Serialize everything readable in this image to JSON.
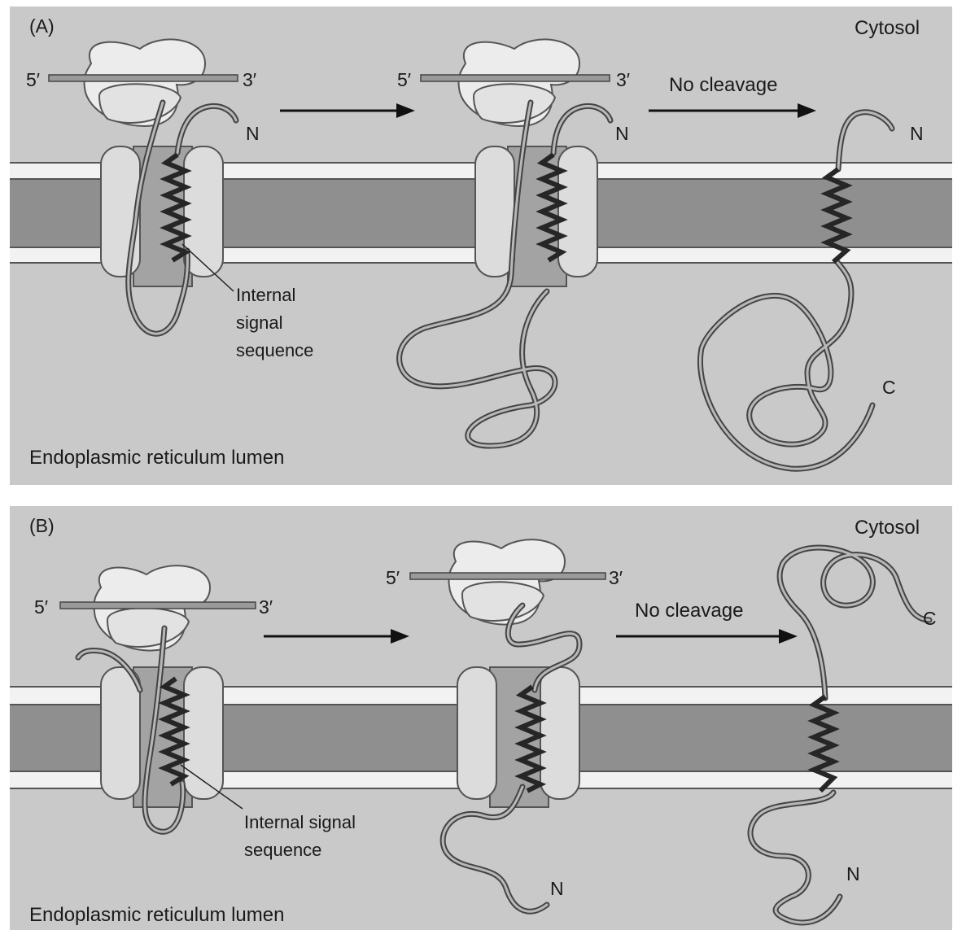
{
  "panel_a": {
    "panel_label": "(A)",
    "cytosol_label": "Cytosol",
    "lumen_label": "Endoplasmic reticulum lumen",
    "mrna_5prime_1": "5′",
    "mrna_3prime_1": "3′",
    "mrna_5prime_2": "5′",
    "mrna_3prime_2": "3′",
    "n_terminus_1": "N",
    "n_terminus_2": "N",
    "n_terminus_3": "N",
    "c_terminus": "C",
    "no_cleavage": "No cleavage",
    "signal_line1": "Internal",
    "signal_line2": "signal",
    "signal_line3": "sequence"
  },
  "panel_b": {
    "panel_label": "(B)",
    "cytosol_label": "Cytosol",
    "lumen_label": "Endoplasmic reticulum lumen",
    "mrna_5prime_1": "5′",
    "mrna_3prime_1": "3′",
    "mrna_5prime_2": "5′",
    "mrna_3prime_2": "3′",
    "n_terminus_1": "N",
    "n_terminus_2": "N",
    "c_terminus": "C",
    "no_cleavage": "No cleavage",
    "signal_line1": "Internal signal",
    "signal_line2": "sequence"
  },
  "colors": {
    "background": "#c9c9c9",
    "membrane_outer": "#f2f2f2",
    "membrane_core": "#8f8f8f",
    "translocon": "#dcdcdc",
    "pore": "#a3a3a3",
    "ribosome": "#ececec",
    "chain": "#6a6a6a",
    "helix": "#262626"
  }
}
